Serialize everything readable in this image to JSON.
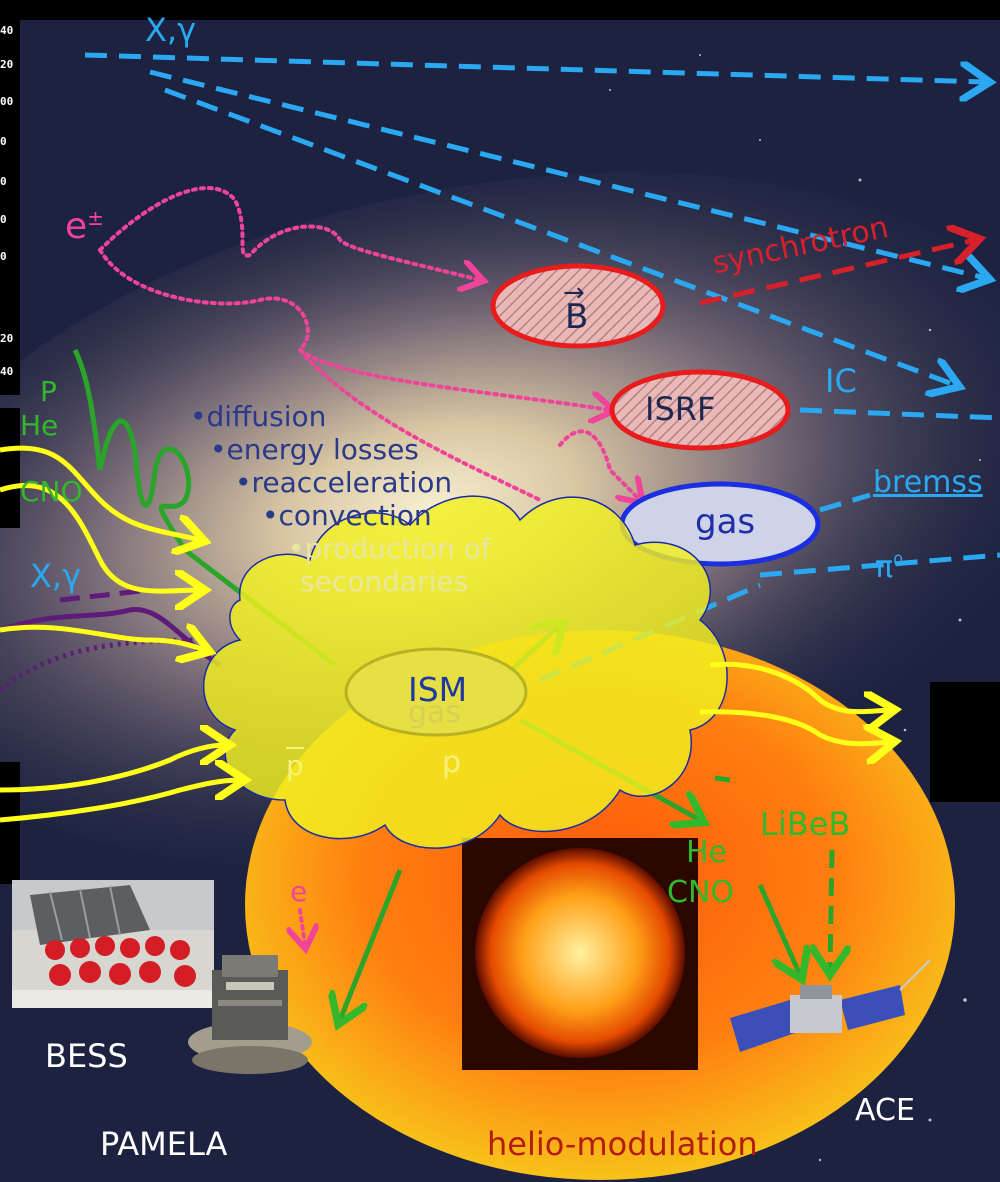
{
  "left_axis_ticks": [
    "40",
    "20",
    "00",
    "0",
    "0",
    "0",
    "0",
    "20",
    "40"
  ],
  "particles": {
    "x_gamma_top": "X,γ",
    "electron": "e",
    "electron_sup": "±",
    "x_gamma_left": "X,γ",
    "p": "P",
    "he": "He",
    "cno": "CNO"
  },
  "processes": [
    "•diffusion",
    "•energy losses",
    "•reacceleration",
    "•convection",
    "•production of",
    "secondaries"
  ],
  "targets": {
    "b_field": "B",
    "isrf": "ISRF",
    "gas": "gas",
    "ism": "ISM",
    "gas_under_ism": "gas"
  },
  "outgoing": {
    "synchrotron": "synchrotron",
    "ic": "IC",
    "bremss": "bremss",
    "pi0": "π",
    "pi0_sup": "0"
  },
  "secondary_labels": {
    "pbar": "p",
    "p": "p",
    "e_small": "e",
    "libeb": "LiBeB",
    "he": "He",
    "cno": "CNO"
  },
  "instruments": {
    "bess": "BESS",
    "pamela": "PAMELA",
    "ace": "ACE",
    "helio": "helio-modulation"
  },
  "colors": {
    "background": "#1c2240",
    "yellow_arrows": "#ffff1a",
    "cloud_fill": "#f2f020",
    "blue_dashed": "#2aa8f2",
    "pink_dotted": "#f0449a",
    "green_tracks": "#2aa52a",
    "red_synchrotron": "#d8202a"
  }
}
